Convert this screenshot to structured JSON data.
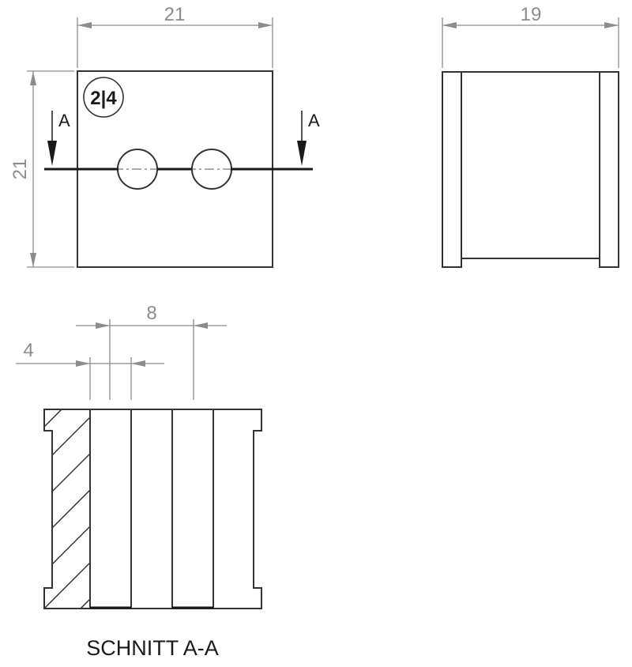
{
  "front_view": {
    "width_dim": "21",
    "height_dim": "21",
    "badge_label": "2|4",
    "section_marker_left": "A",
    "section_marker_right": "A"
  },
  "side_view": {
    "width_dim": "19"
  },
  "section_view": {
    "dim_pitch": "8",
    "dim_hole": "4",
    "caption": "SCHNITT A-A"
  },
  "colors": {
    "outline": "#333333",
    "dimension": "#8c8c8c",
    "cut_line": "#1a1a1a"
  }
}
